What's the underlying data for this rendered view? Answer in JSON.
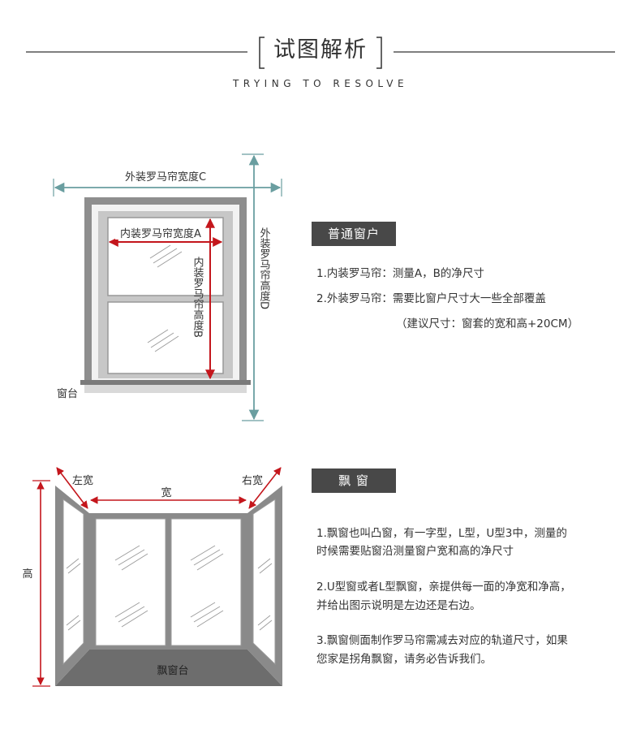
{
  "header": {
    "title": "试图解析",
    "subtitle": "TRYING TO RESOLVE"
  },
  "section1": {
    "labels": {
      "outer_width": "外装罗马帘宽度C",
      "inner_width": "内装罗马帘宽度A",
      "inner_height": "内装罗马帘高度B",
      "outer_height": "外装罗马帘高度D",
      "sill": "窗台"
    },
    "tag": "普通窗户",
    "items": [
      "1.内装罗马帘：测量A，B的净尺寸",
      "2.外装罗马帘：需要比窗户尺寸大一些全部覆盖",
      "（建议尺寸：窗套的宽和高+20CM）"
    ]
  },
  "section2": {
    "labels": {
      "left_width": "左宽",
      "width": "宽",
      "right_width": "右宽",
      "height": "高",
      "sill": "飘窗台"
    },
    "tag": "飘  窗",
    "paragraphs": [
      [
        "1.飘窗也叫凸窗，有一字型，L型，U型3中，测量的",
        "时候需要贴窗沿测量窗户宽和高的净尺寸"
      ],
      [
        "2.U型窗或者L型飘窗，亲提供每一面的净宽和净高，",
        "并给出图示说明是左边还是右边。"
      ],
      [
        "3.飘窗侧面制作罗马帘需减去对应的轨道尺寸，如果",
        "您家是拐角飘窗，请务必告诉我们。"
      ]
    ]
  },
  "colors": {
    "teal": "#6a9ea0",
    "red": "#c4161c",
    "frame": "#8a8a8a",
    "tag_bg": "#484848"
  }
}
